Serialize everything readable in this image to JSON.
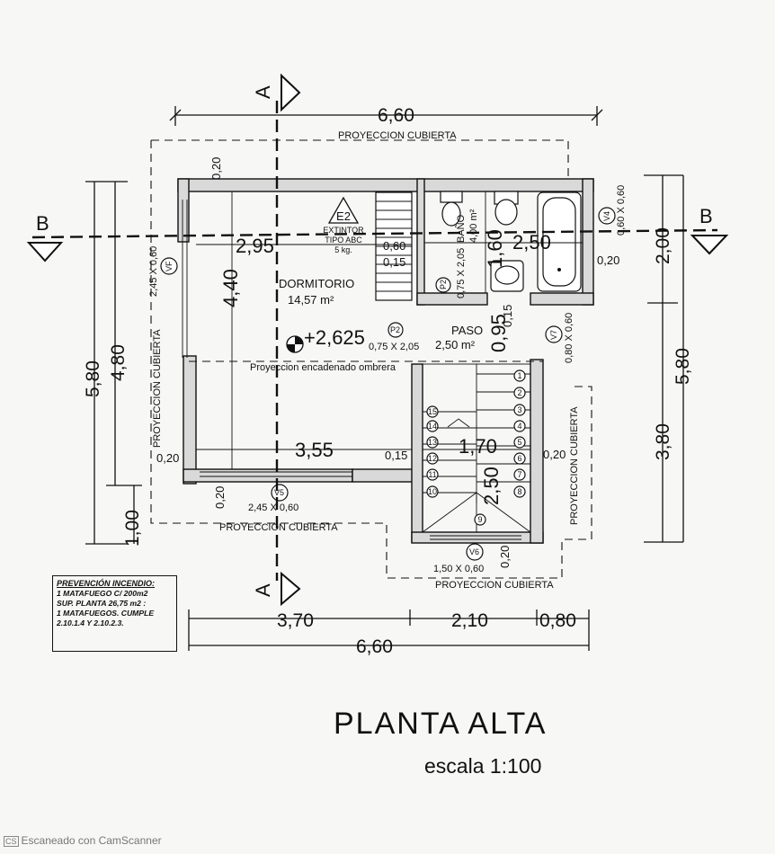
{
  "title": "PLANTA ALTA",
  "scale": "escala 1:100",
  "section_marker": "A",
  "axis_marker": "B",
  "rooms": {
    "dormitorio": {
      "name": "DORMITORIO",
      "area": "14,57 m²"
    },
    "paso": {
      "name": "PASO",
      "area": "2,50 m²"
    },
    "bano": {
      "name": "BAÑO",
      "area": "4,00 m²"
    }
  },
  "level": "+2,625",
  "extintor": {
    "code": "E2",
    "line1": "EXTINTOR",
    "line2": "TIPO ABC",
    "line3": "5 kg."
  },
  "roof_projection": "PROYECCION CUBIERTA",
  "lintel_projection": "Proyeccion encadenado ombrera",
  "openings": {
    "p2_top": "P2",
    "p2_top_dim": "0,75 X 2,05",
    "p2_mid": "P2",
    "p2_mid_dim": "0,75 X 2,05",
    "v4": "V4",
    "v4_dim": "0,60 X 0,60",
    "v7": "V7",
    "v7_dim": "0,80 X 0,60",
    "vf_left": "VF",
    "vf_left_dim": "2,45 X 0,60",
    "v5": "V5",
    "v5_dim": "2,45 X 0,60",
    "v6": "V6",
    "v6_dim": "1,50 X 0,60"
  },
  "dimensions": {
    "top_total": "6,60",
    "bottom_total": "6,60",
    "bottom_a": "3,70",
    "bottom_b": "2,10",
    "bottom_c": "0,80",
    "left_outer": "5,80",
    "left_inner": "4,80",
    "left_low": "1,00",
    "right_outer": "5,80",
    "right_upper": "2,00",
    "right_lower": "3,80",
    "int_295": "2,95",
    "int_250": "2,50",
    "int_440": "4,40",
    "int_355": "3,55",
    "int_170": "1,70",
    "int_160": "1,60",
    "int_095": "0,95",
    "int_250b": "2,50",
    "d020": "0,20",
    "d015": "0,15",
    "d060": "0,60"
  },
  "stairs": [
    "1",
    "2",
    "3",
    "4",
    "5",
    "6",
    "7",
    "8",
    "9",
    "10",
    "11",
    "12",
    "13",
    "14",
    "15"
  ],
  "note": {
    "heading": "PREVENCIÓN INCENDIO:",
    "lines": [
      "1 MATAFUEGO C/ 200m2",
      "SUP. PLANTA 26,75 m2 :",
      "1 MATAFUEGOS. CUMPLE",
      "2.10.1.4 Y 2.10.2.3."
    ]
  },
  "watermark": {
    "badge": "CS",
    "text": "Escaneado con CamScanner"
  }
}
